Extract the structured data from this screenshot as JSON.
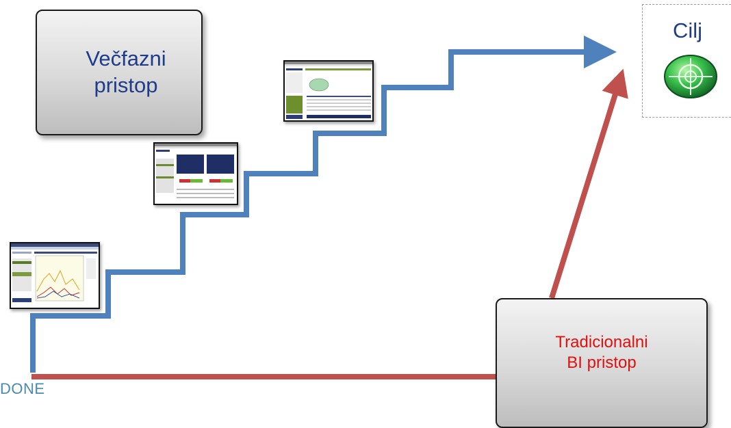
{
  "boxes": {
    "multiphase": "Večfazni\npristop",
    "traditional": "Tradicionalni\nBI pristop"
  },
  "goal": {
    "label": "Cilj",
    "icon": "target-icon"
  },
  "done_label": "DONE",
  "colors": {
    "stair_line": "#4f81bd",
    "traditional_line": "#c0504d",
    "multiphase_text": "#1f3c8a",
    "traditional_text": "#e01010",
    "target_green": "#2fb84a"
  },
  "thumbnails": [
    "report-screenshot",
    "dashboard-screenshot",
    "chart-screenshot"
  ]
}
